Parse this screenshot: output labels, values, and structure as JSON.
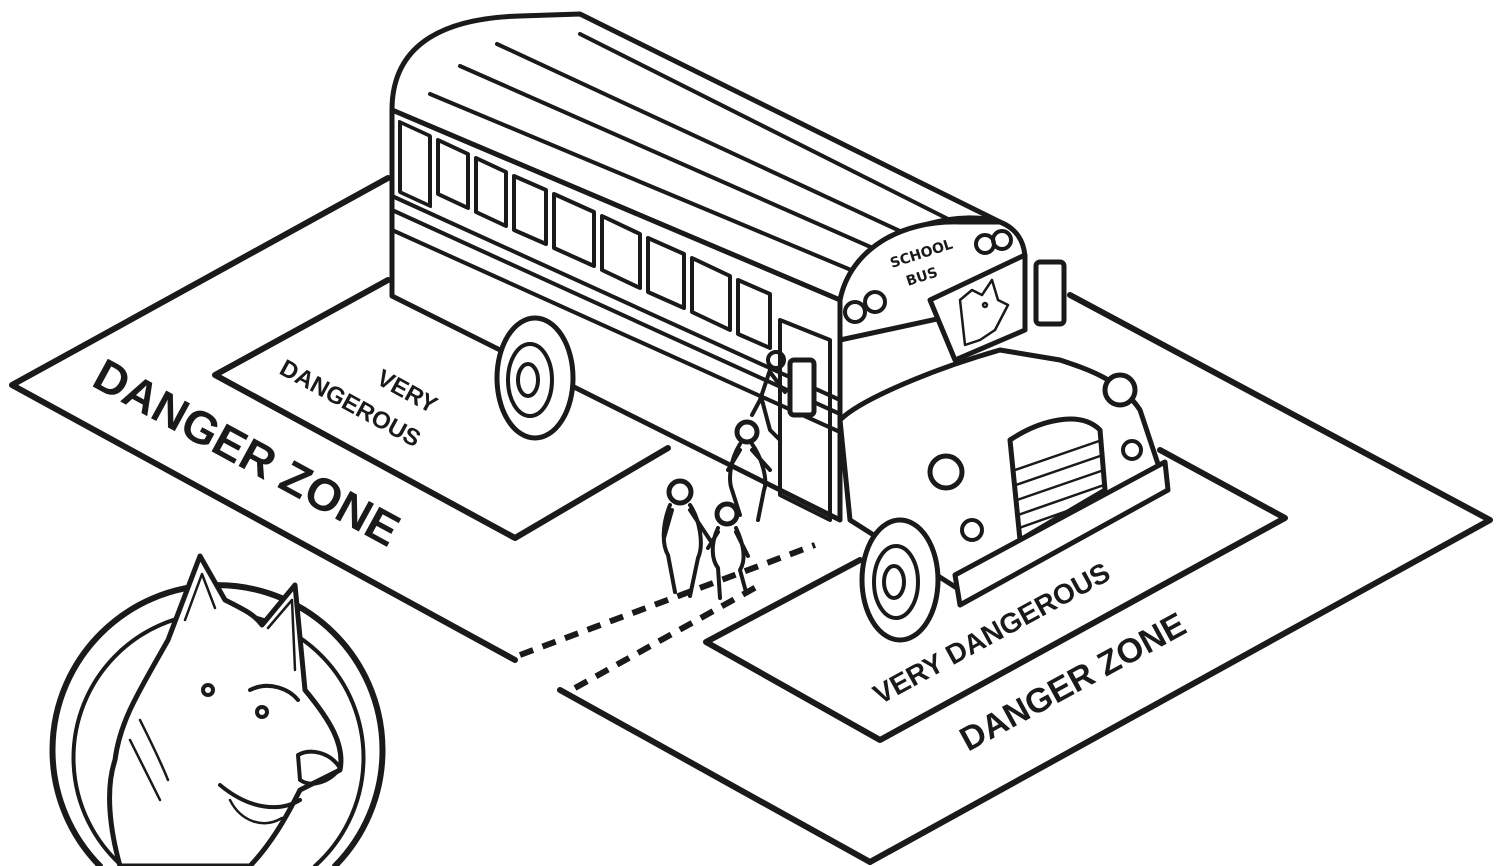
{
  "labels": {
    "danger_zone_left": "DANGER ZONE",
    "very_left_line1": "VERY",
    "very_left_line2": "DANGEROUS",
    "very_right": "VERY DANGEROUS",
    "danger_zone_right": "DANGER ZONE",
    "bus_sign_line1": "SCHOOL",
    "bus_sign_line2": "BUS"
  },
  "colors": {
    "ink": "#1a1a1a",
    "paper": "#ffffff"
  }
}
